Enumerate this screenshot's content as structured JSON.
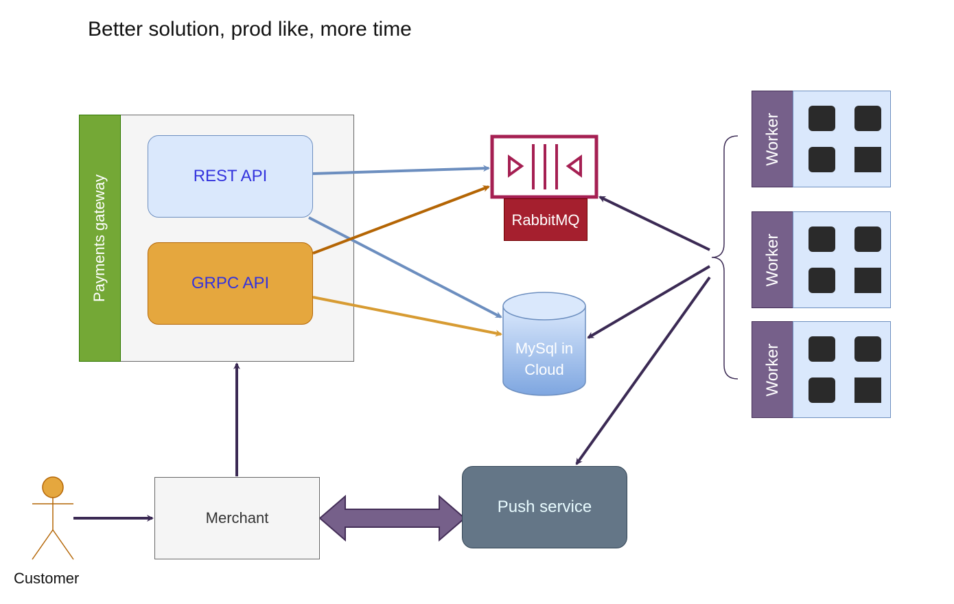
{
  "title": "Better solution, prod like, more time",
  "nodes": {
    "payments_gateway": "Payments gateway",
    "rest_api": "REST API",
    "grpc_api": "GRPC API",
    "rabbitmq": "RabbitMQ",
    "mysql": "MySql in Cloud",
    "merchant": "Merchant",
    "push_service": "Push service",
    "customer": "Customer",
    "workers": [
      "Worker",
      "Worker",
      "Worker"
    ]
  },
  "edges": [
    {
      "from": "REST API",
      "to": "RabbitMQ"
    },
    {
      "from": "REST API",
      "to": "MySql in Cloud"
    },
    {
      "from": "GRPC API",
      "to": "RabbitMQ"
    },
    {
      "from": "GRPC API",
      "to": "MySql in Cloud"
    },
    {
      "from": "Workers",
      "to": "RabbitMQ"
    },
    {
      "from": "Workers",
      "to": "MySql in Cloud"
    },
    {
      "from": "Workers",
      "to": "Push service"
    },
    {
      "from": "Merchant",
      "to": "Payments gateway"
    },
    {
      "from": "Customer",
      "to": "Merchant"
    },
    {
      "from": "Merchant",
      "to": "Push service",
      "bidirectional": true
    }
  ],
  "colors": {
    "rest_blue": "#6c8ebf",
    "grpc_orange": "#b46504",
    "grpc_yellow": "#d79b32",
    "dark_purple": "#3b2a54",
    "rabbit_red": "#a51f2e",
    "worker_purple": "#76608a",
    "gateway_green": "#74a836",
    "push_slate": "#647687"
  }
}
